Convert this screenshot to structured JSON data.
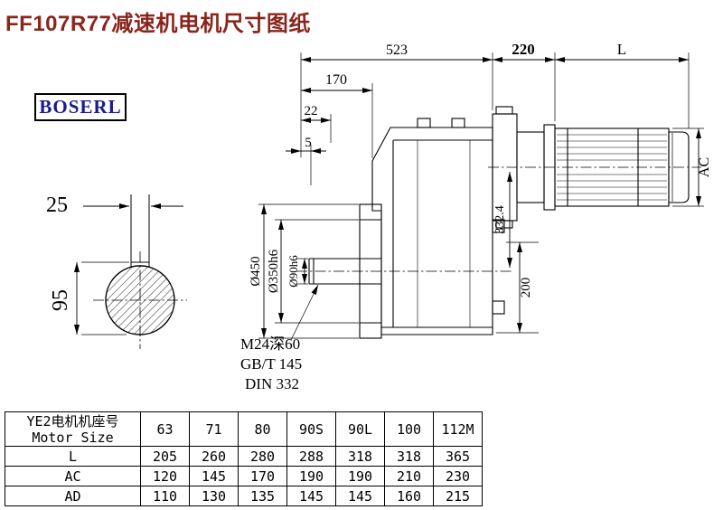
{
  "page": {
    "title": "FF107R77减速机电机尺寸图纸",
    "brand": "BOSERL"
  },
  "colors": {
    "title": "#8a251c",
    "brand": "#1b1b8f",
    "line": "#000000"
  },
  "drawing": {
    "dims": {
      "overall": "523",
      "adapter": "220",
      "motor_len": "L",
      "d170": "170",
      "d22": "22",
      "d5": "5",
      "key_width": "25",
      "shaft_key_height": "95",
      "flange_dia": "Ø450",
      "spigot_dia": "Ø350h6",
      "shaft_dia": "Ø90h6",
      "d332_4": "332.4",
      "d200": "200",
      "motor_dia": "AC"
    },
    "notes": {
      "tap_hole": "M24深60",
      "std_gb": "GB/T 145",
      "std_din": "DIN 332"
    }
  },
  "table": {
    "header": {
      "title_cn": "YE2电机机座号",
      "title_en": "Motor Size"
    },
    "sizes": [
      "63",
      "71",
      "80",
      "90S",
      "90L",
      "100",
      "112M"
    ],
    "rows": [
      {
        "label": "L",
        "values": [
          "205",
          "260",
          "280",
          "288",
          "318",
          "318",
          "365"
        ]
      },
      {
        "label": "AC",
        "values": [
          "120",
          "145",
          "170",
          "190",
          "190",
          "210",
          "230"
        ]
      },
      {
        "label": "AD",
        "values": [
          "110",
          "130",
          "135",
          "145",
          "145",
          "160",
          "215"
        ]
      }
    ]
  }
}
